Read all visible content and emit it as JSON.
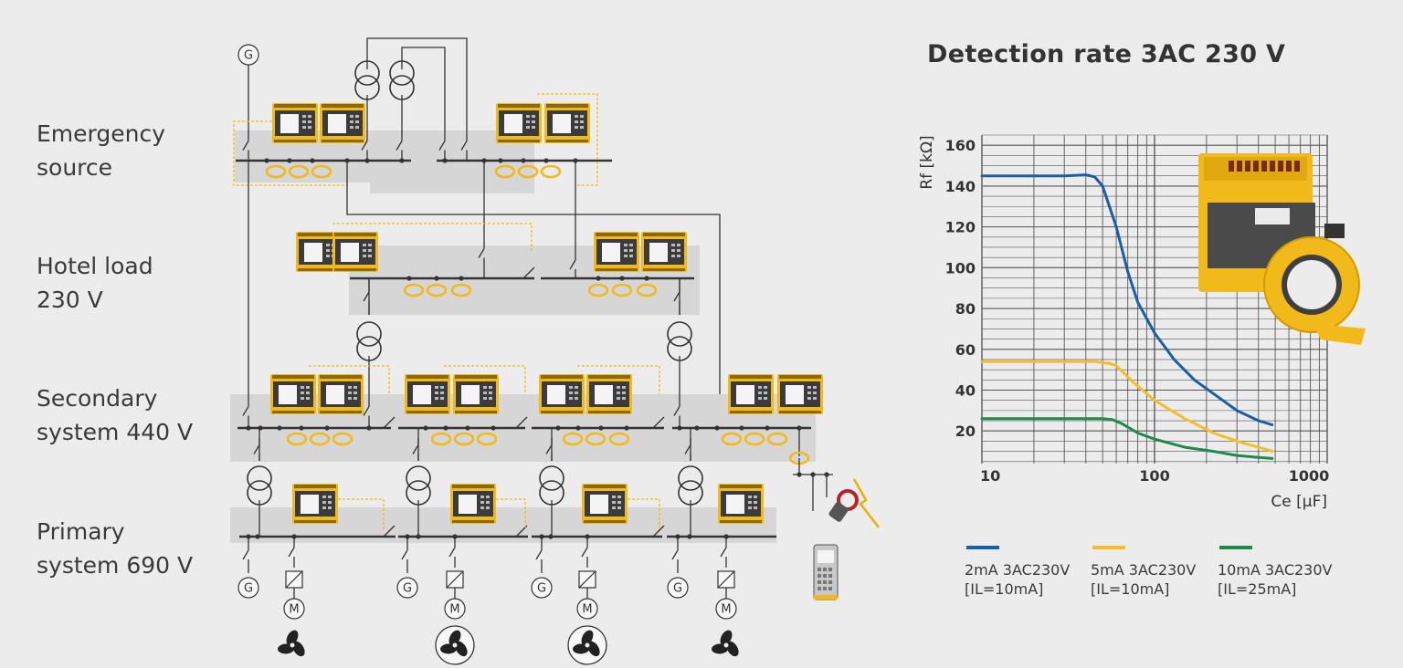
{
  "levels": [
    {
      "line1": "Emergency",
      "line2": "source"
    },
    {
      "line1": "Hotel load",
      "line2": "230 V"
    },
    {
      "line1": "Secondary",
      "line2": "system 440 V"
    },
    {
      "line1": "Primary",
      "line2": "system 690 V"
    }
  ],
  "symbols": {
    "generator": "G",
    "motor": "M"
  },
  "colors": {
    "device_yellow": "#f2b91a",
    "device_dark": "#3b3b3b",
    "ct_ring": "#f2b91a",
    "bus_panel": "#d6d6d6",
    "line": "#333333"
  },
  "chart_data": {
    "type": "line",
    "title": "Detection rate 3AC 230 V",
    "xlabel": "Ce [µF]",
    "ylabel": "Rf [kΩ]",
    "xscale": "log",
    "xlim": [
      10,
      1000
    ],
    "ylim": [
      4,
      165
    ],
    "xticks": [
      "10",
      "100",
      "1000"
    ],
    "yticks": [
      "160",
      "140",
      "120",
      "100",
      "80",
      "60",
      "40",
      "20"
    ],
    "grid": true,
    "legend_position": "bottom",
    "series": [
      {
        "name_line1": "2mA 3AC230V",
        "name_line2": "[IL=10mA]",
        "color": "#1a5ea8",
        "points": [
          [
            10,
            145
          ],
          [
            20,
            145
          ],
          [
            30,
            145
          ],
          [
            40,
            145.5
          ],
          [
            45,
            144.5
          ],
          [
            50,
            140
          ],
          [
            60,
            120
          ],
          [
            70,
            98
          ],
          [
            80,
            83
          ],
          [
            100,
            68
          ],
          [
            130,
            55
          ],
          [
            170,
            45
          ],
          [
            230,
            37
          ],
          [
            300,
            30
          ],
          [
            400,
            25
          ],
          [
            480,
            23
          ]
        ]
      },
      {
        "name_line1": "5mA 3AC230V",
        "name_line2": "[IL=10mA]",
        "color": "#f5be28",
        "points": [
          [
            10,
            54
          ],
          [
            30,
            54
          ],
          [
            45,
            54
          ],
          [
            55,
            53
          ],
          [
            60,
            52
          ],
          [
            75,
            44
          ],
          [
            100,
            35
          ],
          [
            150,
            26
          ],
          [
            220,
            19
          ],
          [
            300,
            15
          ],
          [
            400,
            12
          ],
          [
            480,
            10
          ]
        ]
      },
      {
        "name_line1": "10mA 3AC230V",
        "name_line2": "[IL=25mA]",
        "color": "#1f8a4c",
        "points": [
          [
            10,
            26
          ],
          [
            30,
            26
          ],
          [
            50,
            26
          ],
          [
            57,
            25.5
          ],
          [
            65,
            23.5
          ],
          [
            80,
            19
          ],
          [
            100,
            16
          ],
          [
            150,
            12
          ],
          [
            220,
            10
          ],
          [
            300,
            8
          ],
          [
            400,
            7
          ],
          [
            480,
            6.5
          ]
        ]
      }
    ]
  }
}
